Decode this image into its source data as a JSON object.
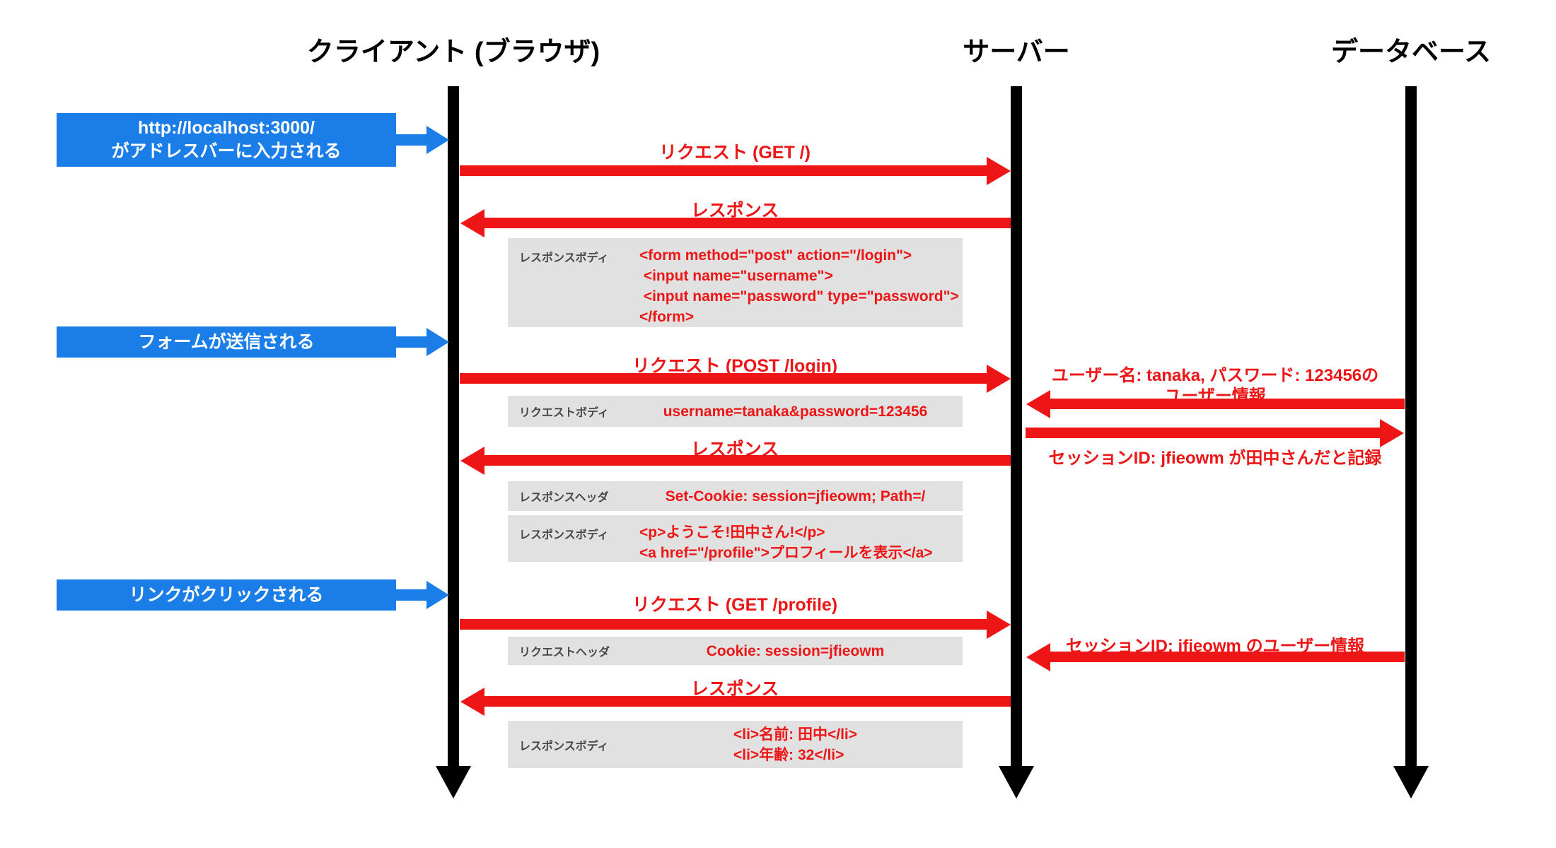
{
  "colors": {
    "blue": "#1B7EE8",
    "red": "#ED1515",
    "gray_box": "#E1E1E1",
    "box_label_gray": "#474747",
    "black": "#000000"
  },
  "participants": [
    {
      "name": "クライアント (ブラウザ)"
    },
    {
      "name": "サーバー"
    },
    {
      "name": "データベース"
    }
  ],
  "client_events": [
    {
      "line1": "http://localhost:3000/",
      "line2": "がアドレスバーに入力される"
    },
    {
      "line1": "フォームが送信される"
    },
    {
      "line1": "リンクがクリックされる"
    }
  ],
  "client_server_messages": [
    {
      "label": "リクエスト (GET /)",
      "direction": "right"
    },
    {
      "label": "レスポンス",
      "direction": "left"
    },
    {
      "label": "リクエスト (POST /login)",
      "direction": "right"
    },
    {
      "label": "レスポンス",
      "direction": "left"
    },
    {
      "label": "リクエスト (GET /profile)",
      "direction": "right"
    },
    {
      "label": "レスポンス",
      "direction": "left"
    }
  ],
  "server_db_messages": [
    {
      "label_line1": "ユーザー名: tanaka, パスワード: 123456の",
      "label_line2": "ユーザー情報",
      "direction": "left"
    },
    {
      "label_line1": "セッションID: jfieowm が田中さんだと記録",
      "direction": "right"
    },
    {
      "label_line1": "セッションID: jfieowm のユーザー情報",
      "direction": "left"
    }
  ],
  "payload_boxes": [
    {
      "label": "レスポンスボディ",
      "lines": [
        "<form method=\"post\" action=\"/login\">",
        " <input name=\"username\">",
        " <input name=\"password\" type=\"password\">",
        "</form>"
      ]
    },
    {
      "label": "リクエストボディ",
      "lines": [
        "username=tanaka&password=123456"
      ]
    },
    {
      "label": "レスポンスヘッダ",
      "lines": [
        "Set-Cookie: session=jfieowm; Path=/"
      ]
    },
    {
      "label": "レスポンスボディ",
      "lines": [
        "<p>ようこそ!田中さん!</p>",
        "<a href=\"/profile\">プロフィールを表示</a>"
      ]
    },
    {
      "label": "リクエストヘッダ",
      "lines": [
        "Cookie: session=jfieowm"
      ]
    },
    {
      "label": "レスポンスボディ",
      "lines": [
        "<li>名前: 田中</li>",
        "<li>年齢: 32</li>"
      ]
    }
  ]
}
